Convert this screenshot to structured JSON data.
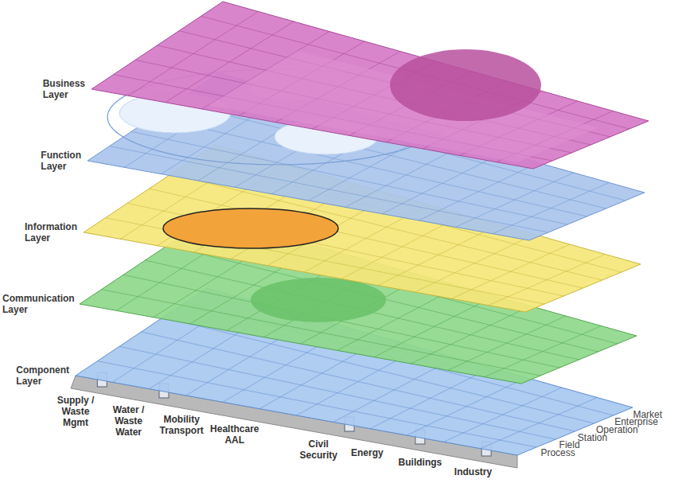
{
  "diagram": {
    "labels": [
      "Business Layer",
      "Function Layer",
      "Information Layer",
      "Communication Layer",
      "Component Layer",
      "Supply / Waste Mgmt",
      "Water / Waste Water",
      "Mobility Transport",
      "Healthcare AAL",
      "Civil Security",
      "Energy",
      "Buildings",
      "Industry",
      "Market",
      "Enterprise",
      "Operation",
      "Station",
      "Field",
      "Process"
    ]
  }
}
